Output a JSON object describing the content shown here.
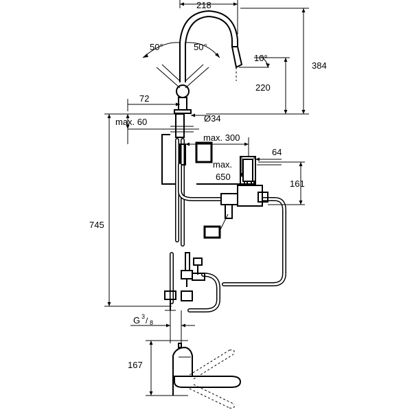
{
  "dimensions": {
    "width_top": "218",
    "angle_left": "50°",
    "angle_right": "50°",
    "spout_angle": "10°",
    "height_total": "384",
    "height_spout": "220",
    "offset_72": "72",
    "diameter": "Ø34",
    "max_60": "max. 60",
    "max_300": "max. 300",
    "width_64": "64",
    "max_650_a": "max.",
    "max_650_b": "650",
    "height_161": "161",
    "height_745": "745",
    "thread_g": "G",
    "thread_num": "3",
    "thread_den": "8",
    "height_167": "167"
  }
}
